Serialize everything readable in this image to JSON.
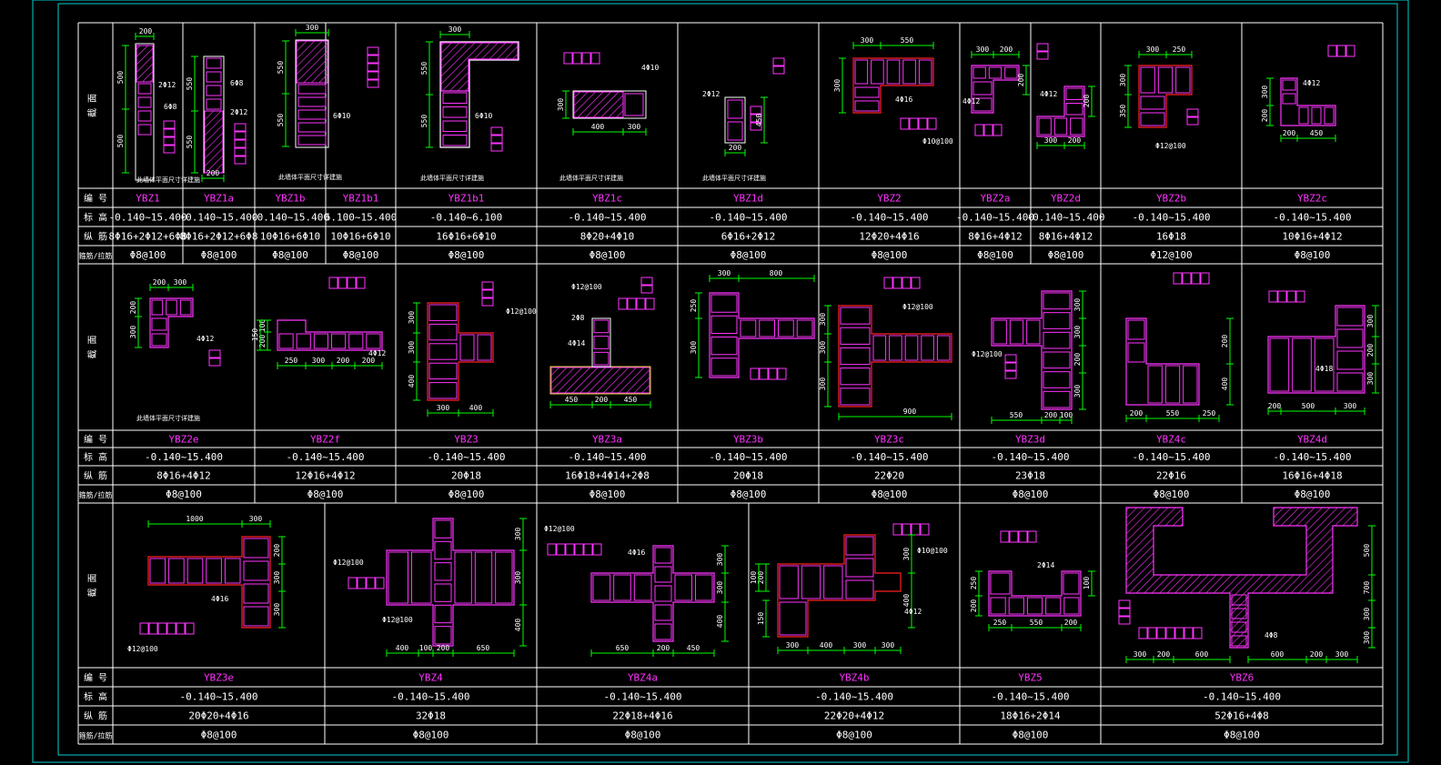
{
  "colors": {
    "background": "#000000",
    "frame": "#00d0d0",
    "grid": "#ffffff",
    "label": "#ff33ff",
    "dim": "#00ff00",
    "bar": "#ff2020",
    "hatch": "#d4d430"
  },
  "row_headers": {
    "section": "截 面",
    "number": "编 号",
    "elevation": "标 高",
    "longitudinal": "纵 筋",
    "stirrup": "箍筋/拉筋"
  },
  "bands": [
    {
      "columns": [
        {
          "label": "YBZ1",
          "elevation": "-0.140~15.400",
          "longitudinal": "8Φ16+2Φ12+6Φ8",
          "stirrup": "Φ8@100"
        },
        {
          "label": "YBZ1a",
          "elevation": "-0.140~15.400",
          "longitudinal": "8Φ16+2Φ12+6Φ8",
          "stirrup": "Φ8@100"
        },
        {
          "label": "YBZ1b",
          "elevation": "-0.140~15.400",
          "longitudinal": "10Φ16+6Φ10",
          "stirrup": "Φ8@100"
        },
        {
          "label": "YBZ1b1",
          "elevation": "6.100~15.400",
          "longitudinal": "10Φ16+6Φ10",
          "stirrup": "Φ8@100"
        },
        {
          "label": "YBZ1b1",
          "elevation": "-0.140~6.100",
          "longitudinal": "16Φ16+6Φ10",
          "stirrup": "Φ8@100"
        },
        {
          "label": "YBZ1c",
          "elevation": "-0.140~15.400",
          "longitudinal": "8Φ20+4Φ10",
          "stirrup": "Φ8@100"
        },
        {
          "label": "YBZ1d",
          "elevation": "-0.140~15.400",
          "longitudinal": "6Φ16+2Φ12",
          "stirrup": "Φ8@100"
        },
        {
          "label": "YBZ2",
          "elevation": "-0.140~15.400",
          "longitudinal": "12Φ20+4Φ16",
          "stirrup": "Φ8@100"
        },
        {
          "label": "YBZ2a",
          "elevation": "-0.140~15.400",
          "longitudinal": "8Φ16+4Φ12",
          "stirrup": "Φ8@100"
        },
        {
          "label": "YBZ2d",
          "elevation": "-0.140~15.400",
          "longitudinal": "8Φ16+4Φ12",
          "stirrup": "Φ8@100"
        },
        {
          "label": "YBZ2b",
          "elevation": "-0.140~15.400",
          "longitudinal": "16Φ18",
          "stirrup": "Φ12@100"
        },
        {
          "label": "YBZ2c",
          "elevation": "-0.140~15.400",
          "longitudinal": "10Φ16+4Φ12",
          "stirrup": "Φ8@100"
        }
      ]
    },
    {
      "columns": [
        {
          "label": "YBZ2e",
          "elevation": "-0.140~15.400",
          "longitudinal": "8Φ16+4Φ12",
          "stirrup": "Φ8@100"
        },
        {
          "label": "YBZ2f",
          "elevation": "-0.140~15.400",
          "longitudinal": "12Φ16+4Φ12",
          "stirrup": "Φ8@100"
        },
        {
          "label": "YBZ3",
          "elevation": "-0.140~15.400",
          "longitudinal": "20Φ18",
          "stirrup": "Φ8@100"
        },
        {
          "label": "YBZ3a",
          "elevation": "-0.140~15.400",
          "longitudinal": "16Φ18+4Φ14+2Φ8",
          "stirrup": "Φ8@100"
        },
        {
          "label": "YBZ3b",
          "elevation": "-0.140~15.400",
          "longitudinal": "20Φ18",
          "stirrup": "Φ8@100"
        },
        {
          "label": "YBZ3c",
          "elevation": "-0.140~15.400",
          "longitudinal": "22Φ20",
          "stirrup": "Φ8@100"
        },
        {
          "label": "YBZ3d",
          "elevation": "-0.140~15.400",
          "longitudinal": "23Φ18",
          "stirrup": "Φ8@100"
        },
        {
          "label": "YBZ4c",
          "elevation": "-0.140~15.400",
          "longitudinal": "22Φ16",
          "stirrup": "Φ8@100"
        },
        {
          "label": "YBZ4d",
          "elevation": "-0.140~15.400",
          "longitudinal": "16Φ16+4Φ18",
          "stirrup": "Φ8@100"
        }
      ]
    },
    {
      "columns": [
        {
          "label": "YBZ3e",
          "elevation": "-0.140~15.400",
          "longitudinal": "20Φ20+4Φ16",
          "stirrup": "Φ8@100"
        },
        {
          "label": "YBZ4",
          "elevation": "-0.140~15.400",
          "longitudinal": "32Φ18",
          "stirrup": "Φ8@100"
        },
        {
          "label": "YBZ4a",
          "elevation": "-0.140~15.400",
          "longitudinal": "22Φ18+4Φ16",
          "stirrup": "Φ8@100"
        },
        {
          "label": "YBZ4b",
          "elevation": "-0.140~15.400",
          "longitudinal": "22Φ20+4Φ12",
          "stirrup": "Φ8@100"
        },
        {
          "label": "YBZ5",
          "elevation": "-0.140~15.400",
          "longitudinal": "18Φ16+2Φ14",
          "stirrup": "Φ8@100"
        },
        {
          "label": "YBZ6",
          "elevation": "-0.140~15.400",
          "longitudinal": "52Φ16+4Φ8",
          "stirrup": "Φ8@100"
        }
      ]
    }
  ],
  "annotations": {
    "note": "此墙体平面尺寸详建施",
    "ybz1": [
      "200",
      "500",
      "500",
      "2Φ12",
      "6Φ8"
    ],
    "ybz1a": [
      "550",
      "550",
      "6Φ8",
      "2Φ12",
      "200"
    ],
    "ybz1b": [
      "300",
      "550",
      "550",
      "6Φ10"
    ],
    "ybz1b1": [
      "300",
      "550",
      "550",
      "6Φ10"
    ],
    "ybz1c": [
      "4Φ10",
      "300",
      "400",
      "300"
    ],
    "ybz1d": [
      "2Φ12",
      "450",
      "200"
    ],
    "ybz2": [
      "300",
      "550",
      "300",
      "4Φ16",
      "Φ10@100"
    ],
    "ybz2a": [
      "300",
      "200",
      "200",
      "4Φ12"
    ],
    "ybz2d": [
      "4Φ12",
      "200",
      "300",
      "200"
    ],
    "ybz2b": [
      "300",
      "250",
      "300",
      "350",
      "Φ12@100"
    ],
    "ybz2c": [
      "4Φ12",
      "300",
      "200",
      "200",
      "450"
    ],
    "ybz2e": [
      "200",
      "300",
      "200",
      "300",
      "4Φ12"
    ],
    "ybz2f": [
      "100",
      "200",
      "150",
      "250",
      "300",
      "200",
      "200",
      "4Φ12"
    ],
    "ybz3": [
      "300",
      "300",
      "400",
      "300",
      "400",
      "Φ12@100"
    ],
    "ybz3a": [
      "Φ12@100",
      "2Φ8",
      "4Φ14",
      "450",
      "200",
      "450"
    ],
    "ybz3b": [
      "300",
      "800",
      "250",
      "300"
    ],
    "ybz3c": [
      "Φ12@100",
      "300",
      "300",
      "300",
      "900"
    ],
    "ybz3d": [
      "300",
      "300",
      "200",
      "300",
      "Φ12@100",
      "550",
      "200",
      "100"
    ],
    "ybz4c": [
      "200",
      "550",
      "250",
      "200",
      "400"
    ],
    "ybz4d": [
      "300",
      "200",
      "300",
      "4Φ18",
      "200",
      "500",
      "300"
    ],
    "ybz3e": [
      "1000",
      "300",
      "200",
      "300",
      "300",
      "4Φ16",
      "Φ12@100"
    ],
    "ybz4": [
      "300",
      "300",
      "400",
      "Φ12@100",
      "Φ12@100",
      "400",
      "100",
      "200",
      "650"
    ],
    "ybz4a": [
      "Φ12@100",
      "4Φ16",
      "300",
      "300",
      "400",
      "650",
      "200",
      "450"
    ],
    "ybz4b": [
      "Φ10@100",
      "200",
      "100",
      "150",
      "300",
      "400",
      "4Φ12",
      "300",
      "400",
      "300",
      "300"
    ],
    "ybz5": [
      "2Φ14",
      "250",
      "200",
      "100",
      "250",
      "550",
      "200"
    ],
    "ybz6": [
      "500",
      "700",
      "300",
      "300",
      "4Φ8",
      "300",
      "200",
      "600",
      "600",
      "200",
      "300"
    ]
  }
}
